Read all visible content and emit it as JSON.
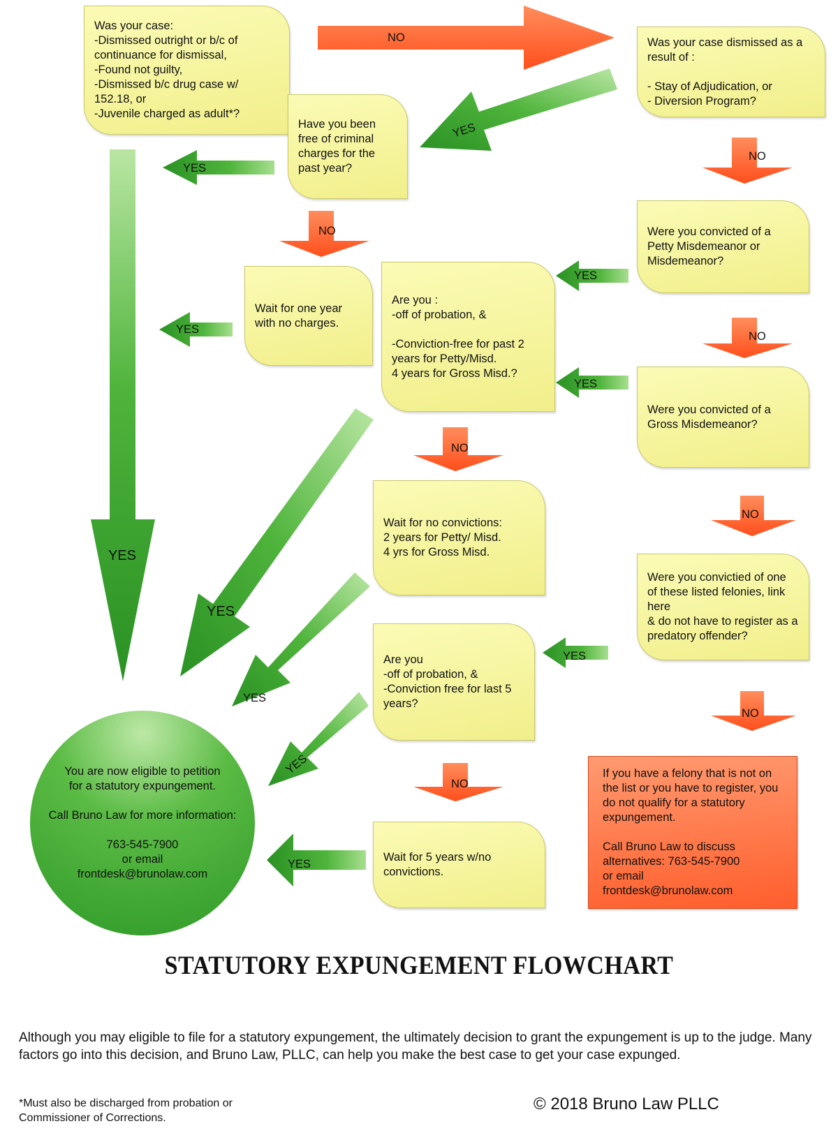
{
  "flowchart": {
    "boxes": {
      "q1": "Was your case:\n-Dismissed outright or b/c of continuance for dismissal,\n-Found not guilty,\n-Dismissed b/c drug case w/ 152.18, or\n-Juvenile charged as adult*?",
      "q2": "Was your case dismissed as a result of :\n\n- Stay of Adjudication, or\n- Diversion Program?",
      "q3": "Have you been free of criminal charges for the past year?",
      "q4": "Were you convicted of a Petty Misdemeanor or Misdemeanor?",
      "wait1": "Wait for one year with no charges.",
      "q5": "Are you :\n-off of probation, &\n\n-Conviction-free for past 2 years for Petty/Misd.\n4 years for Gross Misd.?",
      "q6": "Were you convicted of a Gross Misdemeanor?",
      "wait2": "Wait for no convictions:\n2 years for Petty/ Misd.\n4 yrs for Gross Misd.",
      "q7": "Were you convictied of one of these listed felonies,  link here\n& do not have to register as a predatory offender?",
      "q8": "Are you\n-off of probation, &\n-Conviction free for last 5 years?",
      "wait3": "Wait for 5 years w/no convictions.",
      "not_eligible": "If you have a felony that is not on the list or you have to register, you do not qualify for a statutory expungement.\n\nCall Bruno Law to discuss alternatives:  763-545-7900\n                or email\nfrontdesk@brunolaw.com",
      "eligible": "You are now eligible to petition\nfor a statutory expungement.\n\nCall Bruno Law for more information:\n\n763-545-7900\nor email\nfrontdesk@brunolaw.com"
    },
    "labels": {
      "yes": "YES",
      "no": "NO"
    }
  },
  "title": "STATUTORY EXPUNGEMENT FLOWCHART",
  "disclaimer": "Although you may eligible to file for a statutory expungement, the ultimately decision to grant the expungement is up to the judge.  Many factors go into this decision, and Bruno Law, PLLC, can help you make the best case to get your case expunged.",
  "footnote": "*Must also be discharged from probation or Commissioner of Corrections.",
  "copyright": "© 2018 Bruno Law PLLC",
  "colors": {
    "box_fill": "#f3f28c",
    "yes_arrow": "#2f9a28",
    "no_arrow": "#ff5e2c",
    "not_eligible_fill": "#ff6a3a",
    "eligible_fill": "#3fa533"
  }
}
